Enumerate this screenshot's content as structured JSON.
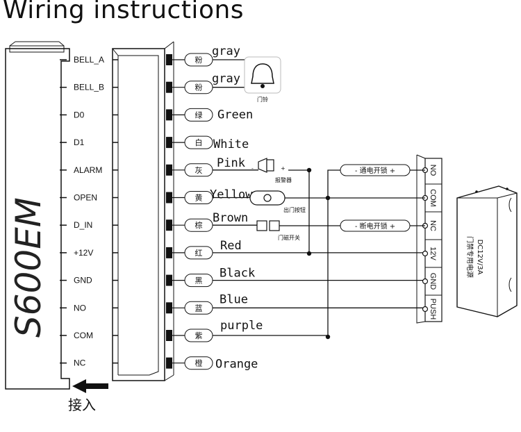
{
  "title": "Wiring instructions",
  "model": "S600EM",
  "insert_label": "接入",
  "pins": [
    "BELL_A",
    "BELL_B",
    "D0",
    "D1",
    "ALARM",
    "OPEN",
    "D_IN",
    "+12V",
    "GND",
    "NO",
    "COM",
    "NC"
  ],
  "wires": [
    {
      "cn": "粉",
      "name": "gray"
    },
    {
      "cn": "粉",
      "name": "gray"
    },
    {
      "cn": "绿",
      "name": "Green"
    },
    {
      "cn": "白",
      "name": "White"
    },
    {
      "cn": "灰",
      "name": "Pink"
    },
    {
      "cn": "黄",
      "name": "Yellow"
    },
    {
      "cn": "棕",
      "name": "Brown"
    },
    {
      "cn": "红",
      "name": "Red"
    },
    {
      "cn": "黑",
      "name": "Black"
    },
    {
      "cn": "蓝",
      "name": "Blue"
    },
    {
      "cn": "紫",
      "name": "purple"
    },
    {
      "cn": "橙",
      "name": "Orange"
    }
  ],
  "devices": {
    "bell": "门铃",
    "alarm": "报警器",
    "exit_button": "出门按钮",
    "door_sensor": "门磁开关",
    "minus": "-",
    "plus": "+"
  },
  "locks": {
    "fail_secure": "- 通电开锁 +",
    "fail_safe": "- 断电开锁 +"
  },
  "terminals": [
    "NO",
    "COM",
    "NC",
    "12V",
    "GND",
    "PUSH"
  ],
  "power_supply": {
    "line1": "DC12V/3A",
    "line2": "门禁专用电源"
  }
}
